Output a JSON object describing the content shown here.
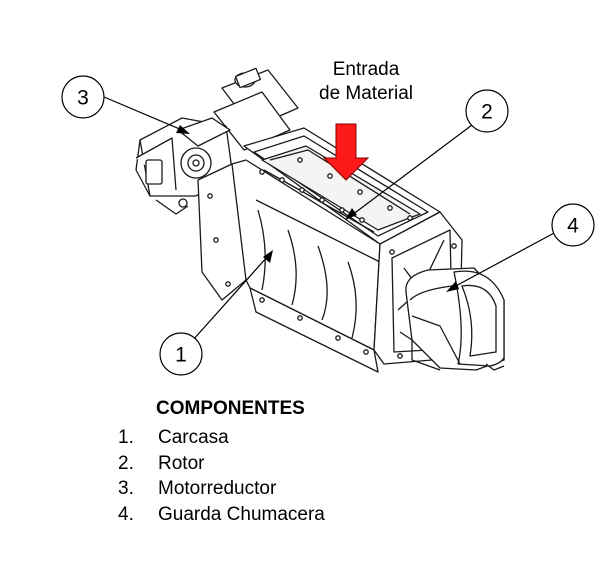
{
  "annotation": {
    "line1": "Entrada",
    "line2": "de Material"
  },
  "callouts": [
    "1",
    "2",
    "3",
    "4"
  ],
  "components": {
    "title": "COMPONENTES",
    "items": [
      {
        "num": "1.",
        "label": "Carcasa"
      },
      {
        "num": "2.",
        "label": "Rotor"
      },
      {
        "num": "3.",
        "label": "Motorreductor"
      },
      {
        "num": "4.",
        "label": "Guarda Chumacera"
      }
    ]
  },
  "colors": {
    "arrow": "#ff1a1a",
    "line": "#1a1a1a",
    "background": "#ffffff"
  }
}
